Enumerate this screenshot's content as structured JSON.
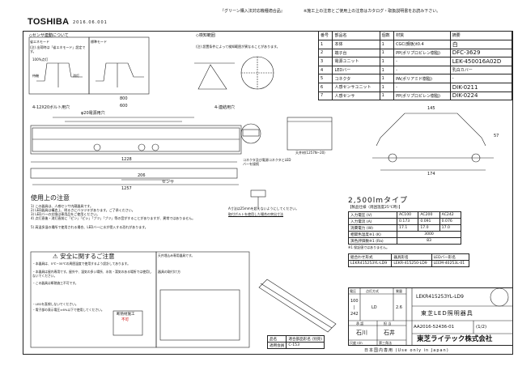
{
  "header": {
    "brand": "TOSHIBA",
    "date": "2016.06.001",
    "green_note": "『グリーン購入法対応機種適合品』",
    "caution_note": "※施工上の注意とご使用上の注意はカタログ・取扱説明書をお読み下さい。"
  },
  "parts_table": {
    "headers": [
      "番号",
      "部品名",
      "個数",
      "材質",
      "摘要"
    ],
    "rows": [
      [
        "1",
        "本体",
        "1",
        "CGC(鋼板)t0.4",
        "白"
      ],
      [
        "2",
        "端子台",
        "1",
        "PP(ポリプロピレン樹脂)",
        "DFC-3629"
      ],
      [
        "3",
        "電源ユニット",
        "1",
        "-",
        "LEK-450016A02D"
      ],
      [
        "4",
        "LEDバー",
        "1",
        "-",
        "乳白カバー"
      ],
      [
        "5",
        "コネクタ",
        "1",
        "PA(ポリアミド樹脂)",
        "-"
      ],
      [
        "6",
        "人感センサユニット",
        "1",
        "-",
        "DIK-0211"
      ],
      [
        "7",
        "人感センサ",
        "1",
        "PP(ポリプロピレン樹脂)",
        "DIK-0224"
      ]
    ]
  },
  "sensor": {
    "title": "◇センサ連動について",
    "mode1": "省エネモード",
    "mode1_text": "(注) 出荷時は「省エネモード」設定です。",
    "mode2": "標準モード",
    "level_100": "100%点灯",
    "level_idle": "待機",
    "level_off": "消灯"
  },
  "detect": {
    "title": "◇検知範囲",
    "note": "(注) 設置条件によって検知範囲が異なることがあります。"
  },
  "drawing": {
    "dim_800": "800",
    "dim_600": "600",
    "bolt_hole": "4-12X20ボルト用穴",
    "wire_hole": "φ20電源用穴",
    "dim_1228": "1228",
    "dim_206": "206",
    "dim_1257": "1257",
    "sensor_label": "センサ",
    "mount_hole": "4-連結用穴",
    "dim_145": "145",
    "dim_174": "174",
    "dim_57": "57",
    "connector_note": "コネクタ及び電源コネクタとLEDバーを接続",
    "rail_note": "天井材(1257N∼20)"
  },
  "usage": {
    "title": "使用上の注意",
    "items": [
      "1) この器具は、人感センサ内蔵器具です。",
      "2) LED器具は構造上、明るさにバラツキがあります。ご了承ください。",
      "3) LEDバーの交換は専用品をご使用ください。",
      "4) 点灯直後・消灯直前に「ピン」「ピシ」「ブツ」「ブツ」等の音がすることがありますが、異常ではありません。",
      "5) 高温多湿の場所で使用される場合、LEDバーに水が侵入する恐れがあります。"
    ],
    "a_note": "A寸法は25mmを超えないようにしてください。",
    "a_note2": "取付ボルトを使用した場合の突出寸法"
  },
  "safety": {
    "title": "安全に関するご注意",
    "items": [
      "・本器具は、5℃∼35℃の周囲温度で使用するよう設計してあります。",
      "・本器具は屋内専用です。屋外や、湿気の多い場所、水気・湯気のある場所では使用しないでください。",
      "・この器具は断熱施工不可です。",
      "・LEDを直視しないでください。",
      "・電子部の表示電圧±6%以下で使用してください。"
    ],
    "insulation_label": "断熱材施工",
    "insulation_value": "不可",
    "install_title": "器具の取付け方",
    "install_note": "天井埋込み専用器具です。"
  },
  "lumen_type": "2,500lmタイプ",
  "spec_table": {
    "caption": "【製品仕様（周囲温度25℃時）】",
    "rows": [
      [
        "入力電圧 (V)",
        "AC100",
        "AC200",
        "AC242"
      ],
      [
        "入力電流 (A)",
        "0.173",
        "0.091",
        "0.076"
      ],
      [
        "消費電力 (W)",
        "17.1",
        "17.0",
        "17.0"
      ]
    ],
    "color_temp_label": "相関色温度※1 (K)",
    "color_temp": "3000",
    "cri_label": "演色評価数※1 (Ra)",
    "cri": "83",
    "footnote": "※1 保証値ではありません。"
  },
  "combo_table": {
    "headers": [
      "組合わせ形式",
      "器具形名",
      "LEDバー形名"
    ],
    "row": [
      "LEKR415253YL-LD9",
      "LEKR-415250-LD9",
      "LEEM-40253L-01"
    ]
  },
  "small_table": {
    "rows": [
      [
        "品名",
        "適合部品形名 (別売)"
      ],
      [
        "適用会員",
        "C-153"
      ]
    ]
  },
  "title_block": {
    "voltage_label": "電圧",
    "voltage": "100\n|\n242",
    "lamp_label": "点灯方式",
    "lamp": "LD",
    "weight_label": "質量",
    "weight": "2.6",
    "model": "LEKR415253YL-LD9",
    "product_name": "東芝LED照明器具",
    "designer_label": "承 認",
    "checker_label": "担 当",
    "designer": "石川",
    "checker": "石井",
    "doc_no": "AA2016-52436-01",
    "page": "(1/2)",
    "company": "東芝ライテック株式会社",
    "scale_label": "尺度 n/n",
    "angle": "第三角法",
    "footer": "日本国内専用 (Use only in Japan)"
  }
}
